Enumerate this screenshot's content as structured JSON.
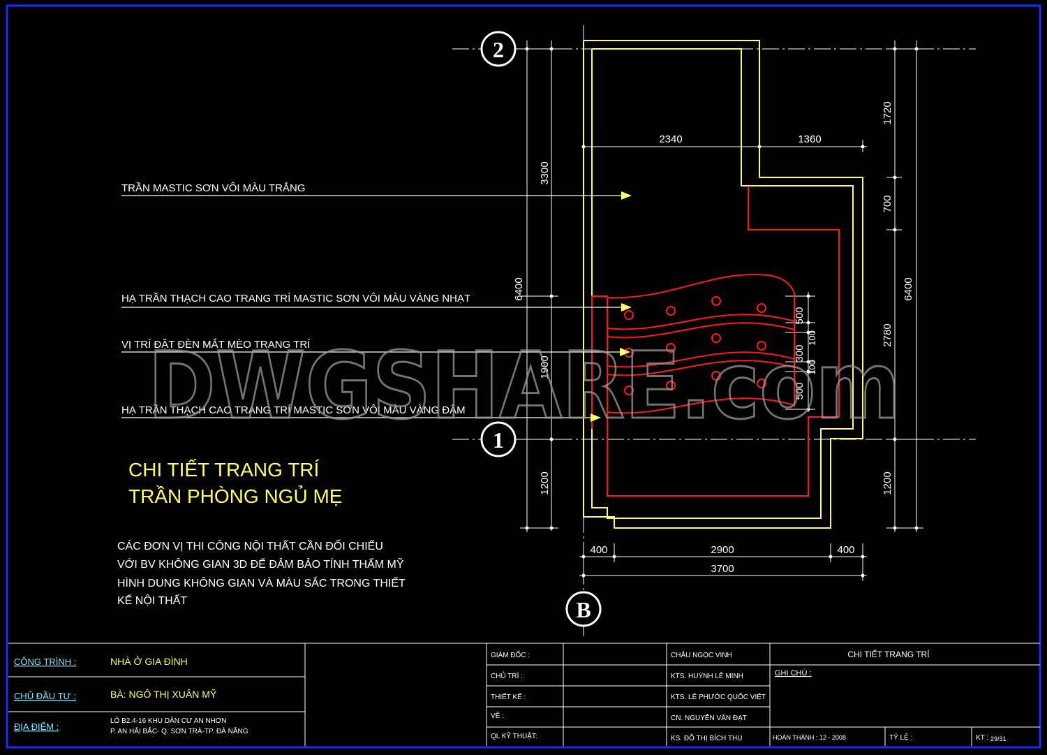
{
  "colors": {
    "border": "#1a2cff",
    "white": "#ffffff",
    "yellow": "#ffff66",
    "red": "#ff1a1a",
    "cyan": "#7fe8ff",
    "watermark": "#9a9a9a"
  },
  "watermark": "DWGSHARE.com",
  "axes": {
    "axis_2": "2",
    "axis_1": "1",
    "axis_b": "B"
  },
  "dimensions": {
    "d2340": "2340",
    "d1360": "1360",
    "d3300": "3300",
    "d6400_left": "6400",
    "d1900": "1900",
    "d1200_left": "1200",
    "d1720": "1720",
    "d700": "700",
    "d2780": "2780",
    "d6400_right": "6400",
    "d1200_right": "1200",
    "d500_top": "500",
    "d100_top": "100",
    "d300": "300",
    "d100_bottom": "100",
    "d500_bottom": "500",
    "d400_left": "400",
    "d2900": "2900",
    "d400_right": "400",
    "d3700": "3700"
  },
  "notes": {
    "note1": "TRẦN MASTIC SƠN VÔI MÀU TRẮNG",
    "note2": "HẠ TRẦN THẠCH CAO TRANG TRÍ MASTIC SƠN VÔI MÀU VÀNG NHẠT",
    "note3": "VỊ TRÍ ĐẶT ĐÈN MẮT MÈO TRANG TRÍ",
    "note4": "HẠ TRẦN THẠCH CAO TRANG TRÍ MASTIC SƠN VÔI MÀU VÀNG ĐẬM"
  },
  "title": {
    "line1": "CHI TIẾT TRANG TRÍ",
    "line2": "TRẦN PHÒNG NGỦ MẸ"
  },
  "remark": {
    "line1": "CÁC ĐƠN VỊ THI CÔNG NỘI THẤT CẦN ĐỐI CHIẾU",
    "line2": "VỚI BV KHÔNG GIAN 3D ĐỂ ĐẢM BẢO TÍNH THẨM MỸ",
    "line3": "HÌNH DUNG KHÔNG GIAN VÀ MÀU SẮC TRONG THIẾT",
    "line4": "KẾ NỘI THẤT"
  },
  "title_block": {
    "cong_trinh_label": "CÔNG TRÌNH :",
    "cong_trinh_value": "NHÀ Ở GIA ĐÌNH",
    "chu_dau_tu_label": "CHỦ ĐẦU TƯ :",
    "chu_dau_tu_value": "BÀ: NGÔ THỊ XUÂN MỸ",
    "dia_diem_label": "ĐỊA ĐIỂM :",
    "dia_diem_line1": "LÔ B2.4-16 KHU DÂN CƯ AN NHƠN",
    "dia_diem_line2": "P. AN HẢI BẮC- Q. SƠN TRÀ-TP. ĐÀ NẴNG",
    "role_1": "GIÁM ĐỐC :",
    "role_2": "CHỦ TRÌ :",
    "role_3": "THIẾT KẾ :",
    "role_4": "VẼ :",
    "role_5": "QL KỸ THUẬT:",
    "name_1": "CHÂU NGỌC VINH",
    "name_2": "KTS. HUỲNH LÊ MINH",
    "name_3": "KTS. LÊ PHƯỚC QUỐC VIỆT",
    "name_4": "CN. NGUYỄN VĂN ĐẠT",
    "name_5": "KS. ĐỖ THỊ BÍCH THU",
    "drawing_title": "CHI TIẾT TRANG TRÍ",
    "ghi_chu": "GHI CHÚ :",
    "hoan_thanh": "HOÀN THÀNH : 12 - 2008",
    "ty_le": "TỶ LỆ :",
    "kt_label": "KT :",
    "kt_value": "29/31"
  }
}
